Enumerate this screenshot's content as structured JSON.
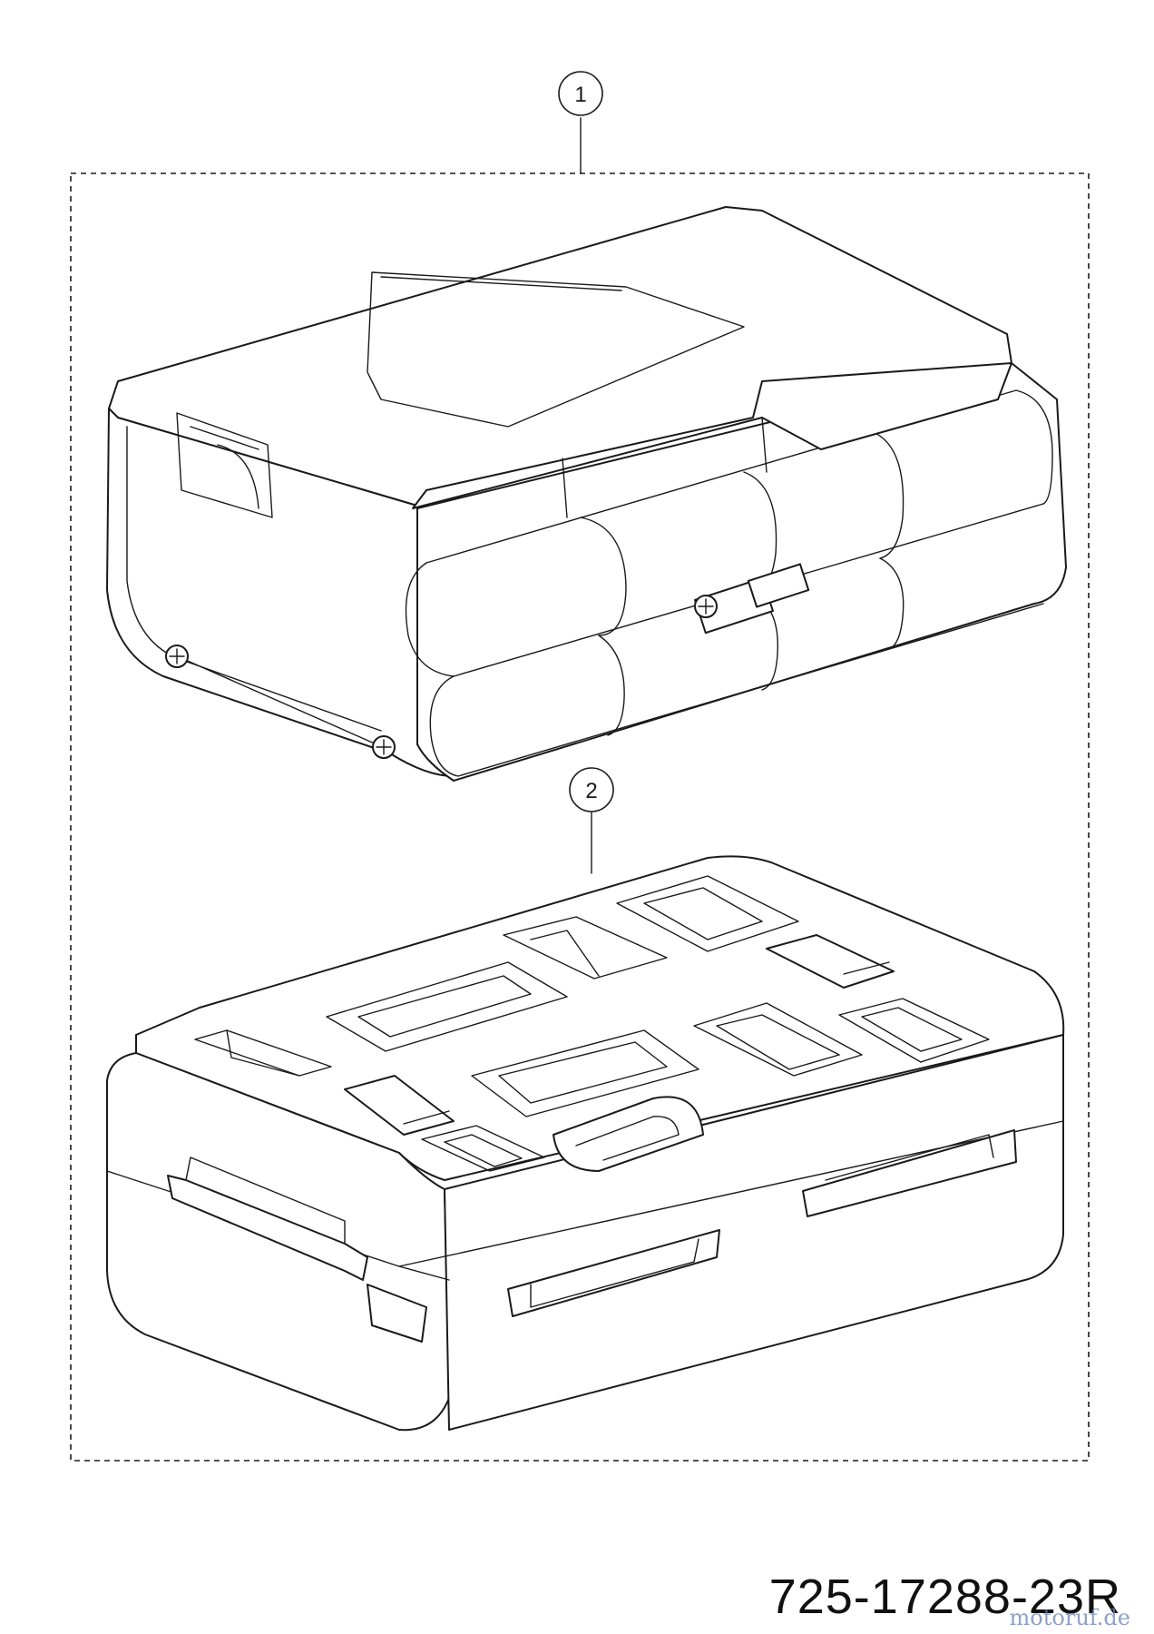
{
  "callouts": [
    {
      "number": "1"
    },
    {
      "number": "2"
    }
  ],
  "part_number": "725-17288-23R",
  "watermark": "motoruf.de",
  "colors": {
    "line": "#1a1a1a",
    "background": "#ffffff",
    "watermark": "#6a7fb5"
  }
}
